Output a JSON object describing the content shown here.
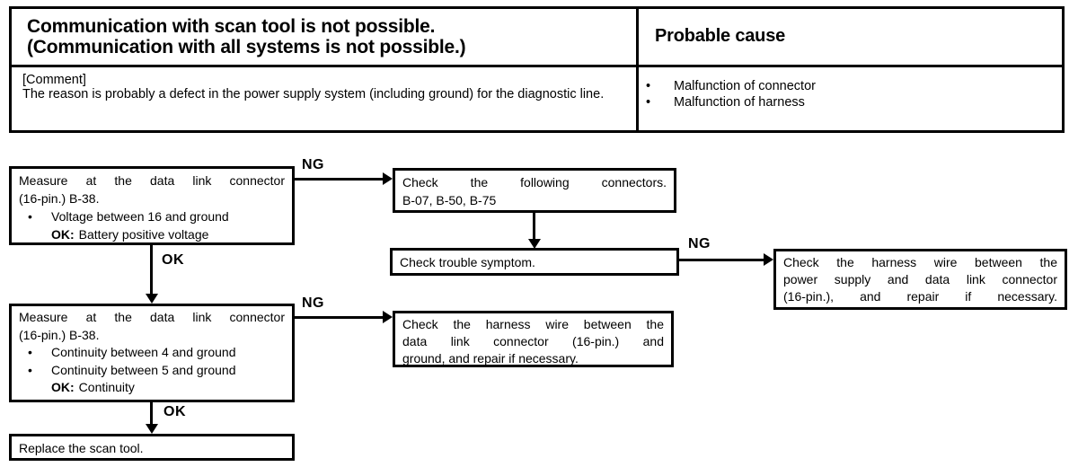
{
  "glyphs": {
    "bullet": "•"
  },
  "header_table": {
    "problem": {
      "line1": "Communication with scan tool is not possible.",
      "line2": "(Communication with all systems is not possible.)"
    },
    "probable_cause_title": "Probable cause",
    "comment_label": "[Comment]",
    "comment_text": "The reason is probably a defect in the power supply system (including ground) for the diagnostic line.",
    "causes": [
      "Malfunction of connector",
      "Malfunction of harness"
    ]
  },
  "flowchart": {
    "labels": {
      "ng": "NG",
      "ok": "OK"
    },
    "measure_voltage": {
      "line1": "Measure at the data link connector",
      "line2": "(16-pin.) B-38.",
      "bullet1": "Voltage between 16 and ground",
      "ok_prefix": "OK:",
      "ok_text": "Battery positive voltage"
    },
    "check_connectors": {
      "line1": "Check the following connectors.",
      "line2": "B-07, B-50, B-75"
    },
    "check_symptom": {
      "text": "Check trouble symptom."
    },
    "harness_power": {
      "line1": "Check the harness wire between the",
      "line2": "power supply and data link connector",
      "line3": "(16-pin.), and repair if necessary."
    },
    "measure_continuity": {
      "line1": "Measure at the data link connector",
      "line2": "(16-pin.) B-38.",
      "bullet1": "Continuity between 4 and ground",
      "bullet2": "Continuity between 5 and ground",
      "ok_prefix": "OK:",
      "ok_text": "Continuity"
    },
    "harness_ground": {
      "line1": "Check the harness wire between the",
      "line2": "data link connector (16-pin.) and",
      "line3": "ground, and repair if necessary."
    },
    "replace_tool": {
      "text": "Replace the scan tool."
    }
  }
}
